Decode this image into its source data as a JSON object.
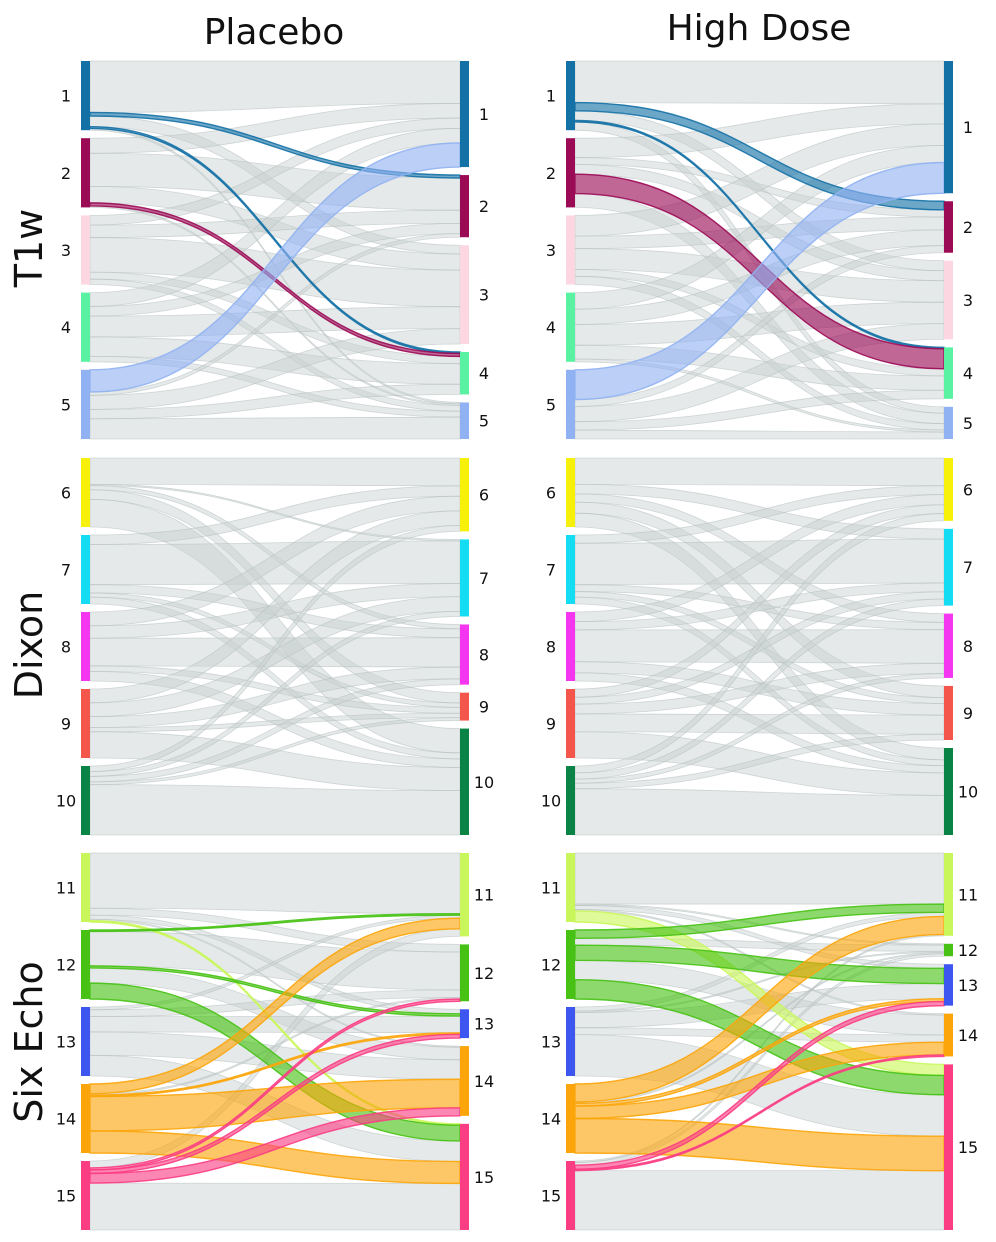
{
  "columns": [
    "Placebo",
    "High Dose"
  ],
  "rows": [
    {
      "label": "T1w",
      "colors": [
        "#1471a6",
        "#9b0a55",
        "#fcd7e2",
        "#58f2a2",
        "#91b2f2"
      ],
      "nodes": [
        "1",
        "2",
        "3",
        "4",
        "5"
      ]
    },
    {
      "label": "Dixon",
      "colors": [
        "#f7f10a",
        "#14dcf2",
        "#f436f0",
        "#f5564b",
        "#0a8446"
      ],
      "nodes": [
        "6",
        "7",
        "8",
        "9",
        "10"
      ]
    },
    {
      "label": "Six Echo",
      "colors": [
        "#c9f75b",
        "#47c214",
        "#3c56ef",
        "#fca50a",
        "#fb3d84"
      ],
      "nodes": [
        "11",
        "12",
        "13",
        "14",
        "15"
      ]
    }
  ],
  "panels": [
    {
      "col": 0,
      "row": 0,
      "left_sizes": [
        1,
        1,
        1,
        1,
        1
      ],
      "right_sizes": [
        1.45,
        0.85,
        1.35,
        0.58,
        0.5
      ],
      "flows": [
        {
          "s": 0,
          "t": 0,
          "w": 0.58
        },
        {
          "s": 0,
          "t": 1,
          "w": 0.04,
          "hl": true
        },
        {
          "s": 0,
          "t": 2,
          "w": 0.12
        },
        {
          "s": 0,
          "t": 3,
          "w": 0.02,
          "hl": true
        },
        {
          "s": 0,
          "t": 4,
          "w": 0.02
        },
        {
          "s": 1,
          "t": 0,
          "w": 0.2
        },
        {
          "s": 1,
          "t": 1,
          "w": 0.44
        },
        {
          "s": 1,
          "t": 2,
          "w": 0.22
        },
        {
          "s": 1,
          "t": 3,
          "w": 0.04,
          "hl": true
        },
        {
          "s": 1,
          "t": 4,
          "w": 0.02
        },
        {
          "s": 2,
          "t": 0,
          "w": 0.14
        },
        {
          "s": 2,
          "t": 1,
          "w": 0.18
        },
        {
          "s": 2,
          "t": 2,
          "w": 0.5
        },
        {
          "s": 2,
          "t": 3,
          "w": 0.1
        },
        {
          "s": 2,
          "t": 4,
          "w": 0.08
        },
        {
          "s": 3,
          "t": 0,
          "w": 0.2
        },
        {
          "s": 3,
          "t": 1,
          "w": 0.14
        },
        {
          "s": 3,
          "t": 2,
          "w": 0.3
        },
        {
          "s": 3,
          "t": 3,
          "w": 0.28
        },
        {
          "s": 3,
          "t": 4,
          "w": 0.08
        },
        {
          "s": 4,
          "t": 0,
          "w": 0.33,
          "hl": true
        },
        {
          "s": 4,
          "t": 1,
          "w": 0.05
        },
        {
          "s": 4,
          "t": 2,
          "w": 0.21
        },
        {
          "s": 4,
          "t": 3,
          "w": 0.14
        },
        {
          "s": 4,
          "t": 4,
          "w": 0.3
        }
      ]
    },
    {
      "col": 1,
      "row": 0,
      "left_sizes": [
        1,
        1,
        1,
        1,
        1
      ],
      "right_sizes": [
        1.85,
        0.72,
        1.1,
        0.72,
        0.45
      ],
      "flows": [
        {
          "s": 0,
          "t": 0,
          "w": 0.6
        },
        {
          "s": 0,
          "t": 1,
          "w": 0.12,
          "hl": true
        },
        {
          "s": 0,
          "t": 2,
          "w": 0.14
        },
        {
          "s": 0,
          "t": 3,
          "w": 0.02,
          "hl": true
        },
        {
          "s": 0,
          "t": 4,
          "w": 0.12
        },
        {
          "s": 1,
          "t": 0,
          "w": 0.28
        },
        {
          "s": 1,
          "t": 1,
          "w": 0.1
        },
        {
          "s": 1,
          "t": 2,
          "w": 0.14
        },
        {
          "s": 1,
          "t": 3,
          "w": 0.28,
          "hl": true
        },
        {
          "s": 1,
          "t": 4,
          "w": 0.2
        },
        {
          "s": 2,
          "t": 0,
          "w": 0.3
        },
        {
          "s": 2,
          "t": 1,
          "w": 0.18
        },
        {
          "s": 2,
          "t": 2,
          "w": 0.3
        },
        {
          "s": 2,
          "t": 3,
          "w": 0.1
        },
        {
          "s": 2,
          "t": 4,
          "w": 0.12
        },
        {
          "s": 3,
          "t": 0,
          "w": 0.24
        },
        {
          "s": 3,
          "t": 1,
          "w": 0.22
        },
        {
          "s": 3,
          "t": 2,
          "w": 0.3
        },
        {
          "s": 3,
          "t": 3,
          "w": 0.2
        },
        {
          "s": 3,
          "t": 4,
          "w": 0.04
        },
        {
          "s": 4,
          "t": 0,
          "w": 0.43,
          "hl": true
        },
        {
          "s": 4,
          "t": 1,
          "w": 0.1
        },
        {
          "s": 4,
          "t": 2,
          "w": 0.22
        },
        {
          "s": 4,
          "t": 3,
          "w": 0.12
        },
        {
          "s": 4,
          "t": 4,
          "w": 0.13
        }
      ]
    },
    {
      "col": 0,
      "row": 1,
      "left_sizes": [
        1,
        1,
        1,
        1,
        1
      ],
      "right_sizes": [
        1,
        1.05,
        0.82,
        0.38,
        1.45
      ],
      "flows": [
        {
          "s": 0,
          "t": 0,
          "w": 0.38
        },
        {
          "s": 0,
          "t": 1,
          "w": 0.02
        },
        {
          "s": 0,
          "t": 2,
          "w": 0.06
        },
        {
          "s": 0,
          "t": 3,
          "w": 0.14
        },
        {
          "s": 0,
          "t": 4,
          "w": 0.4
        },
        {
          "s": 1,
          "t": 0,
          "w": 0.14
        },
        {
          "s": 1,
          "t": 1,
          "w": 0.58
        },
        {
          "s": 1,
          "t": 2,
          "w": 0.12
        },
        {
          "s": 1,
          "t": 3,
          "w": 0.06
        },
        {
          "s": 1,
          "t": 4,
          "w": 0.1
        },
        {
          "s": 2,
          "t": 0,
          "w": 0.2
        },
        {
          "s": 2,
          "t": 1,
          "w": 0.18
        },
        {
          "s": 2,
          "t": 2,
          "w": 0.4
        },
        {
          "s": 2,
          "t": 3,
          "w": 0.08
        },
        {
          "s": 2,
          "t": 4,
          "w": 0.14
        },
        {
          "s": 3,
          "t": 0,
          "w": 0.2
        },
        {
          "s": 3,
          "t": 1,
          "w": 0.2
        },
        {
          "s": 3,
          "t": 2,
          "w": 0.16
        },
        {
          "s": 3,
          "t": 3,
          "w": 0.06
        },
        {
          "s": 3,
          "t": 4,
          "w": 0.38
        },
        {
          "s": 4,
          "t": 0,
          "w": 0.08
        },
        {
          "s": 4,
          "t": 1,
          "w": 0.07
        },
        {
          "s": 4,
          "t": 2,
          "w": 0.08
        },
        {
          "s": 4,
          "t": 3,
          "w": 0.04
        },
        {
          "s": 4,
          "t": 4,
          "w": 0.73
        }
      ]
    },
    {
      "col": 1,
      "row": 1,
      "left_sizes": [
        1,
        1,
        1,
        1,
        1
      ],
      "right_sizes": [
        0.86,
        1.05,
        0.88,
        0.74,
        1.19
      ],
      "flows": [
        {
          "s": 0,
          "t": 0,
          "w": 0.38
        },
        {
          "s": 0,
          "t": 1,
          "w": 0.14
        },
        {
          "s": 0,
          "t": 2,
          "w": 0.12
        },
        {
          "s": 0,
          "t": 3,
          "w": 0.16
        },
        {
          "s": 0,
          "t": 4,
          "w": 0.2
        },
        {
          "s": 1,
          "t": 0,
          "w": 0.12
        },
        {
          "s": 1,
          "t": 1,
          "w": 0.6
        },
        {
          "s": 1,
          "t": 2,
          "w": 0.1
        },
        {
          "s": 1,
          "t": 3,
          "w": 0.08
        },
        {
          "s": 1,
          "t": 4,
          "w": 0.1
        },
        {
          "s": 2,
          "t": 0,
          "w": 0.14
        },
        {
          "s": 2,
          "t": 1,
          "w": 0.12
        },
        {
          "s": 2,
          "t": 2,
          "w": 0.46
        },
        {
          "s": 2,
          "t": 3,
          "w": 0.16
        },
        {
          "s": 2,
          "t": 4,
          "w": 0.12
        },
        {
          "s": 3,
          "t": 0,
          "w": 0.12
        },
        {
          "s": 3,
          "t": 1,
          "w": 0.1
        },
        {
          "s": 3,
          "t": 2,
          "w": 0.14
        },
        {
          "s": 3,
          "t": 3,
          "w": 0.26
        },
        {
          "s": 3,
          "t": 4,
          "w": 0.38
        },
        {
          "s": 4,
          "t": 0,
          "w": 0.1
        },
        {
          "s": 4,
          "t": 1,
          "w": 0.09
        },
        {
          "s": 4,
          "t": 2,
          "w": 0.06
        },
        {
          "s": 4,
          "t": 3,
          "w": 0.08
        },
        {
          "s": 4,
          "t": 4,
          "w": 0.67
        }
      ]
    },
    {
      "col": 0,
      "row": 2,
      "left_sizes": [
        1,
        1,
        1,
        1,
        1
      ],
      "right_sizes": [
        1.1,
        0.75,
        0.38,
        0.92,
        1.4
      ],
      "flows": [
        {
          "s": 0,
          "t": 0,
          "w": 0.8
        },
        {
          "s": 0,
          "t": 1,
          "w": 0.1
        },
        {
          "s": 0,
          "t": 2,
          "w": 0.06
        },
        {
          "s": 0,
          "t": 3,
          "w": 0.02
        },
        {
          "s": 0,
          "t": 4,
          "w": 0.02,
          "hl": true
        },
        {
          "s": 1,
          "t": 0,
          "w": 0.02,
          "hl": true
        },
        {
          "s": 1,
          "t": 1,
          "w": 0.5
        },
        {
          "s": 1,
          "t": 2,
          "w": 0.03,
          "hl": true
        },
        {
          "s": 1,
          "t": 3,
          "w": 0.22
        },
        {
          "s": 1,
          "t": 4,
          "w": 0.23,
          "hl": true
        },
        {
          "s": 2,
          "t": 0,
          "w": 0.04
        },
        {
          "s": 2,
          "t": 1,
          "w": 0.1
        },
        {
          "s": 2,
          "t": 2,
          "w": 0.22
        },
        {
          "s": 2,
          "t": 3,
          "w": 0.34
        },
        {
          "s": 2,
          "t": 4,
          "w": 0.3
        },
        {
          "s": 3,
          "t": 0,
          "w": 0.14,
          "hl": true
        },
        {
          "s": 3,
          "t": 1,
          "w": 0.02
        },
        {
          "s": 3,
          "t": 2,
          "w": 0.02,
          "hl": true
        },
        {
          "s": 3,
          "t": 3,
          "w": 0.5,
          "hl": true
        },
        {
          "s": 3,
          "t": 4,
          "w": 0.32,
          "hl": true
        },
        {
          "s": 4,
          "t": 0,
          "w": 0.1
        },
        {
          "s": 4,
          "t": 1,
          "w": 0.03,
          "hl": true
        },
        {
          "s": 4,
          "t": 2,
          "w": 0.05,
          "hl": true
        },
        {
          "s": 4,
          "t": 3,
          "w": 0.14,
          "hl": true
        },
        {
          "s": 4,
          "t": 4,
          "w": 0.68
        }
      ]
    },
    {
      "col": 1,
      "row": 2,
      "left_sizes": [
        1,
        1,
        1,
        1,
        1
      ],
      "right_sizes": [
        1.2,
        0.18,
        0.6,
        0.62,
        2.4
      ],
      "flows": [
        {
          "s": 0,
          "t": 0,
          "w": 0.74
        },
        {
          "s": 0,
          "t": 1,
          "w": 0.02
        },
        {
          "s": 0,
          "t": 2,
          "w": 0.06
        },
        {
          "s": 0,
          "t": 3,
          "w": 0.02
        },
        {
          "s": 0,
          "t": 4,
          "w": 0.16,
          "hl": true
        },
        {
          "s": 1,
          "t": 0,
          "w": 0.12,
          "hl": true
        },
        {
          "s": 1,
          "t": 1,
          "w": 0.1
        },
        {
          "s": 1,
          "t": 2,
          "w": 0.22,
          "hl": true
        },
        {
          "s": 1,
          "t": 3,
          "w": 0.28
        },
        {
          "s": 1,
          "t": 4,
          "w": 0.28,
          "hl": true
        },
        {
          "s": 2,
          "t": 0,
          "w": 0.06
        },
        {
          "s": 2,
          "t": 1,
          "w": 0.02
        },
        {
          "s": 2,
          "t": 2,
          "w": 0.22
        },
        {
          "s": 2,
          "t": 3,
          "w": 0.1
        },
        {
          "s": 2,
          "t": 4,
          "w": 0.6
        },
        {
          "s": 3,
          "t": 0,
          "w": 0.26,
          "hl": true
        },
        {
          "s": 3,
          "t": 1,
          "w": 0.02
        },
        {
          "s": 3,
          "t": 2,
          "w": 0.04,
          "hl": true
        },
        {
          "s": 3,
          "t": 3,
          "w": 0.18,
          "hl": true
        },
        {
          "s": 3,
          "t": 4,
          "w": 0.5,
          "hl": true
        },
        {
          "s": 4,
          "t": 0,
          "w": 0.02
        },
        {
          "s": 4,
          "t": 1,
          "w": 0.04
        },
        {
          "s": 4,
          "t": 2,
          "w": 0.06,
          "hl": true
        },
        {
          "s": 4,
          "t": 3,
          "w": 0.02,
          "hl": true
        },
        {
          "s": 4,
          "t": 4,
          "w": 0.86
        }
      ]
    }
  ]
}
